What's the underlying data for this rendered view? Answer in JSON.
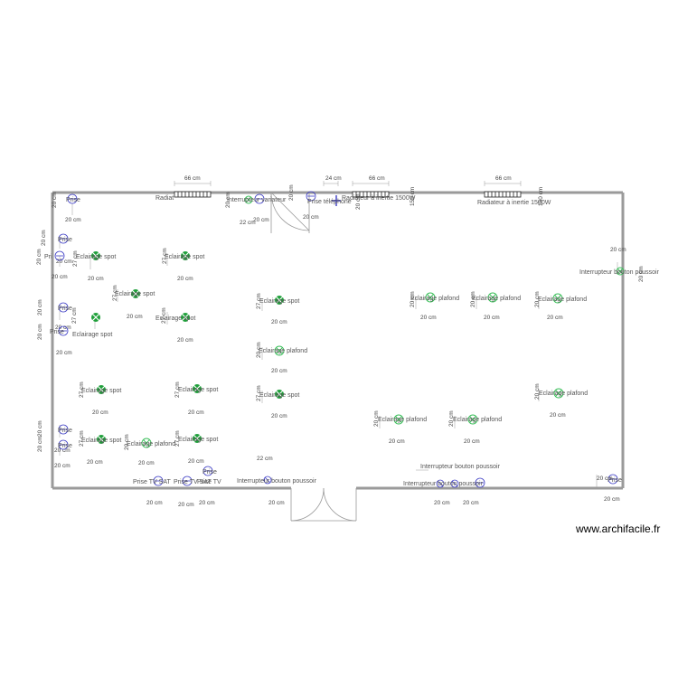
{
  "watermark": "www.archifacile.fr",
  "colors": {
    "wall": "#9a9a9a",
    "spot": "#1fa03a",
    "ceiling_light": "#3bbf5a",
    "outlet": "#3b3bc4",
    "radiator": "#222222",
    "dimension": "#999999"
  },
  "labels": {
    "spot": "Eclairage spot",
    "plafond": "Eclairage plafond",
    "prise": "Prise",
    "prise_short": "Pri",
    "radiateur": "Radiateur à inertie 1500W",
    "radiateur_left": "Radiat",
    "inter_variateur": "Interrupteur variateur",
    "prise_tel": "Prise téléphone",
    "inter_poussoir": "Interrupteur bouton poussoir",
    "prise_tv_sat": "Prise TV SAT",
    "prise_tv": "Prise TV"
  },
  "dimensions": {
    "d20": "20 cm",
    "d22": "22 cm",
    "d24": "24 cm",
    "d27": "27 cm",
    "d66": "66 cm",
    "d150": "150 cm"
  }
}
